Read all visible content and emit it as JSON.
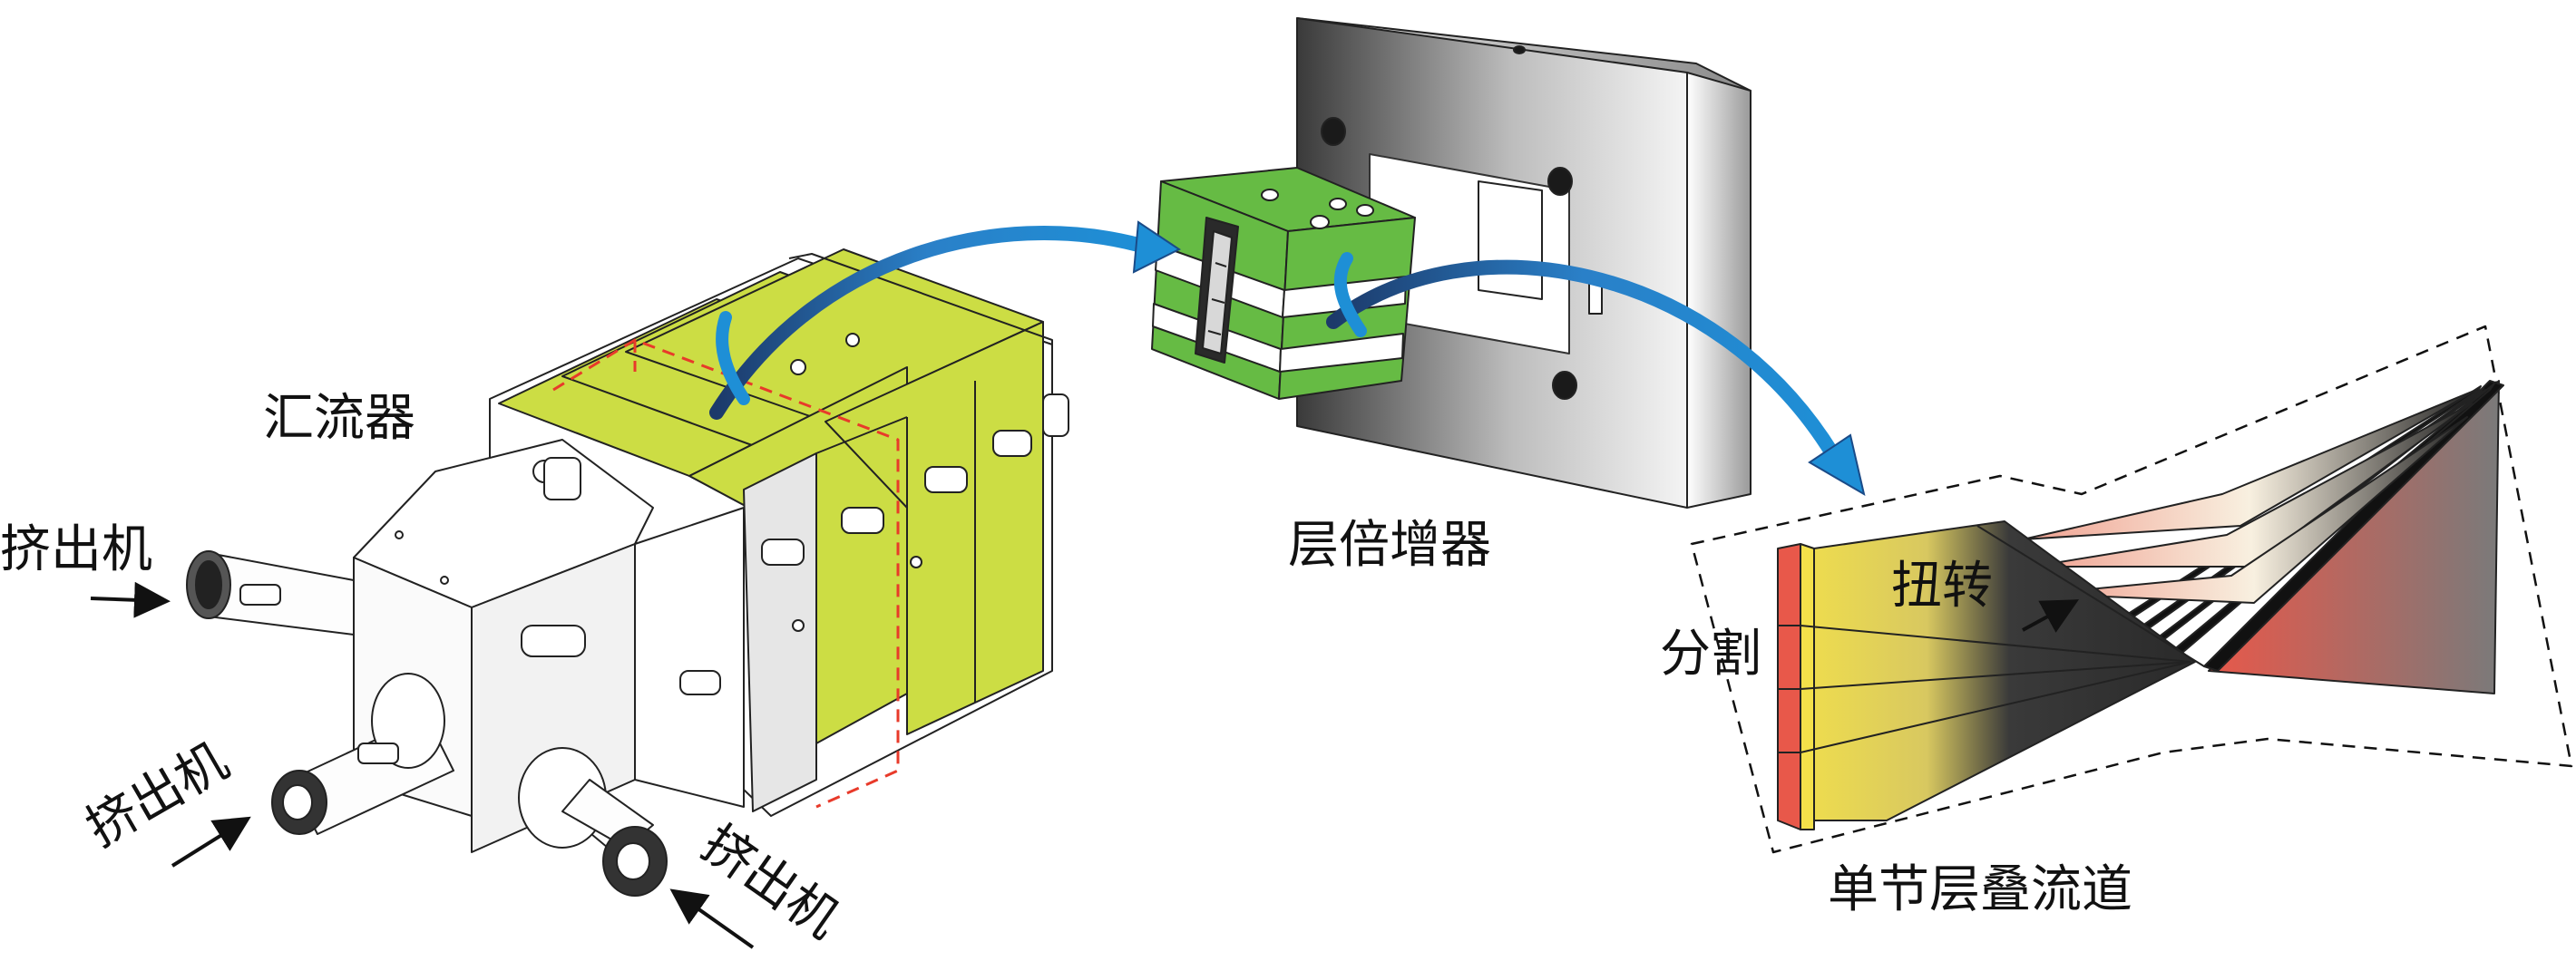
{
  "labels": {
    "combiner": "汇流器",
    "extruder_1": "挤出机",
    "extruder_2": "挤出机",
    "extruder_3": "挤出机",
    "multiplier": "层倍增器",
    "twist": "扭转",
    "split": "分割",
    "channel": "单节层叠流道"
  },
  "colors": {
    "plate_green": "#ccdd44",
    "element_green": "#66bb44",
    "arrow_blue": "#1e8fd6",
    "gray_dark": "#555555",
    "gray_light": "#f2f2f2",
    "dashed_red": "#e83a2a",
    "channel_yellow": "#f3e14a",
    "channel_red": "#e8584a"
  },
  "icons": {
    "flow_arrow": "curved-arrow-icon",
    "input_arrow": "arrow-icon"
  }
}
